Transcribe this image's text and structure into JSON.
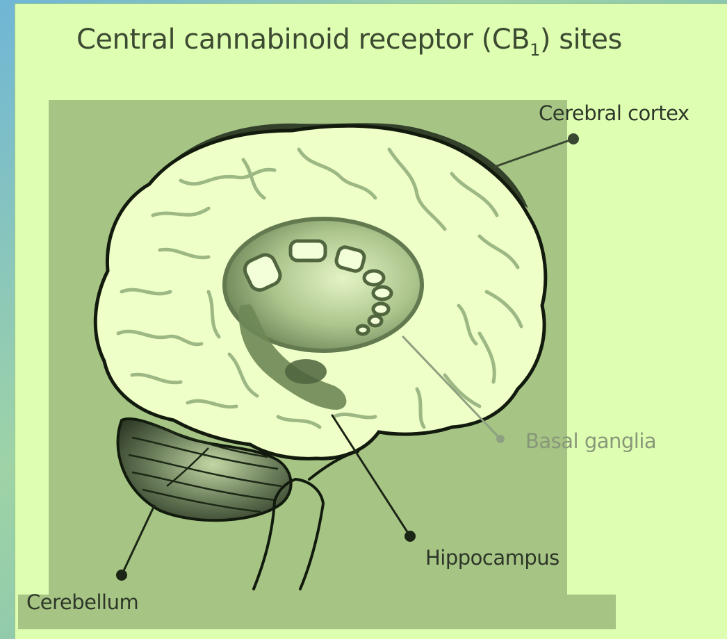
{
  "title": {
    "prefix": "Central cannabinoid receptor (CB",
    "subscript": "1",
    "suffix": ")  sites"
  },
  "labels": {
    "cerebral_cortex": "Cerebral cortex",
    "basal_ganglia": "Basal ganglia",
    "hippocampus": "Hippocampus",
    "cerebellum": "Cerebellum"
  },
  "colors": {
    "panel": "#deffb1",
    "box": "#a6c585",
    "brain": "#eeffc8",
    "outline": "#121a0d",
    "cerebellum": "#44533a"
  }
}
